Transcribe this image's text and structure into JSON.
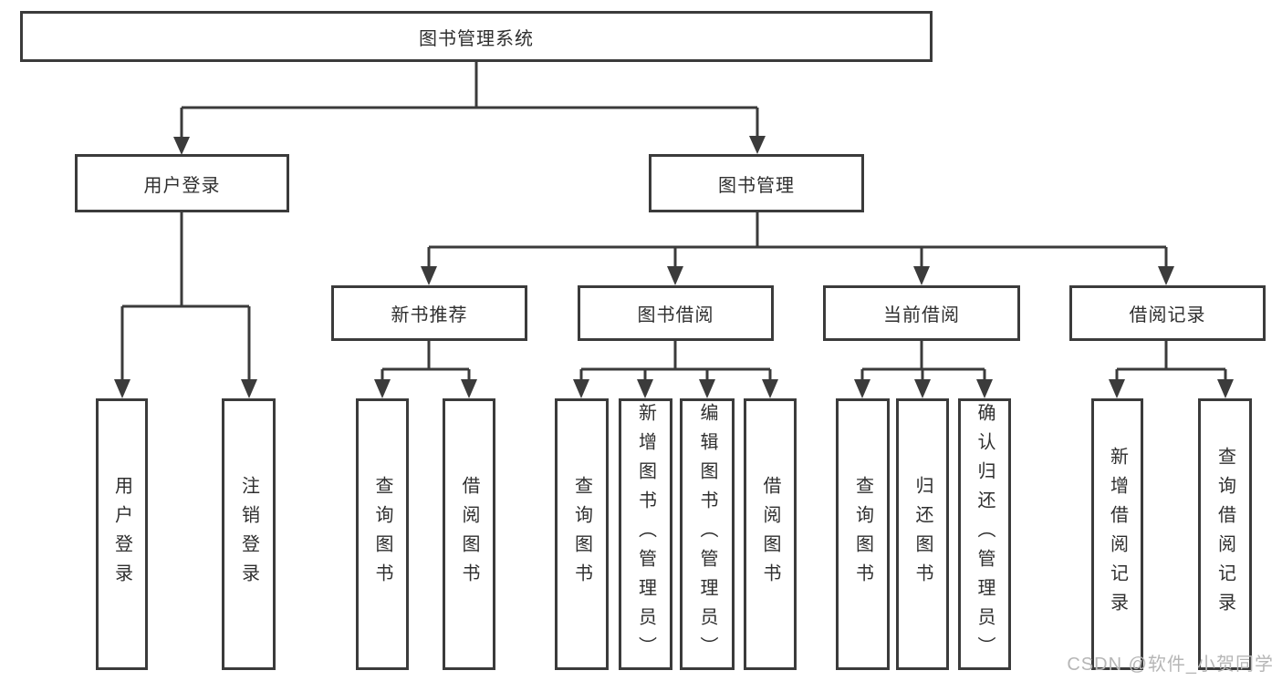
{
  "diagram": {
    "type": "feature-tree",
    "root": {
      "label": "图书管理系统"
    },
    "level2": {
      "user_login": {
        "label": "用户登录"
      },
      "book_mgmt": {
        "label": "图书管理"
      }
    },
    "level3": {
      "new_book_rec": {
        "label": "新书推荐"
      },
      "book_borrow": {
        "label": "图书借阅"
      },
      "current_borrow": {
        "label": "当前借阅"
      },
      "borrow_record": {
        "label": "借阅记录"
      }
    },
    "leaves": {
      "user_login": {
        "label": "用户登录"
      },
      "logout": {
        "label": "注销登录"
      },
      "rec_query_book": {
        "label": "查询图书"
      },
      "rec_borrow_book": {
        "label": "借阅图书"
      },
      "bor_query_book": {
        "label": "查询图书"
      },
      "bor_add_book": {
        "label": "新增图书（管理员）"
      },
      "bor_edit_book": {
        "label": "编辑图书（管理员）"
      },
      "bor_borrow_book": {
        "label": "借阅图书"
      },
      "cur_query_book": {
        "label": "查询图书"
      },
      "cur_return_book": {
        "label": "归还图书"
      },
      "cur_confirm_return": {
        "label": "确认归还（管理员）"
      },
      "rec_add_record": {
        "label": "新增借阅记录"
      },
      "rec_query_record": {
        "label": "查询借阅记录"
      }
    }
  },
  "watermark": {
    "text": "CSDN @软件_小贺同学"
  },
  "colors": {
    "line": "#3b3b3b",
    "text": "#2f2f2f",
    "background": "#ffffff",
    "watermark": "#b6b6b6"
  }
}
